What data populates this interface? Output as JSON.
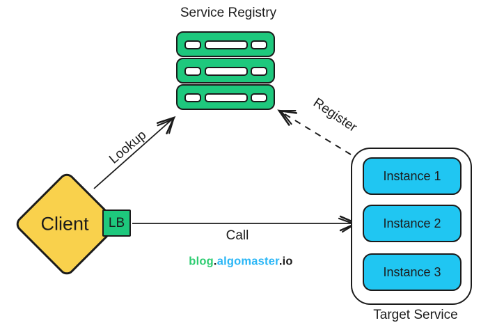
{
  "colors": {
    "green": "#1ec87d",
    "yellow": "#f9d14c",
    "cyan": "#20c6f2",
    "stroke": "#1b1b1b",
    "watermark_green": "#2ecc71",
    "watermark_blue": "#29b6f6",
    "watermark_dark": "#1c1c1c"
  },
  "registry": {
    "title": "Service Registry",
    "server_count": 3
  },
  "client": {
    "label": "Client"
  },
  "load_balancer": {
    "label": "LB"
  },
  "arrows": {
    "lookup_label": "Lookup",
    "register_label": "Register",
    "call_label": "Call",
    "register_style": "dashed",
    "lookup_style": "solid",
    "call_style": "solid"
  },
  "target_service": {
    "title": "Target Service",
    "instances": [
      "Instance 1",
      "Instance 2",
      "Instance 3"
    ]
  },
  "watermark": {
    "part1": "blog",
    "dot1": ".",
    "part2": "algomaster",
    "dot2": ".",
    "part3": "io"
  }
}
